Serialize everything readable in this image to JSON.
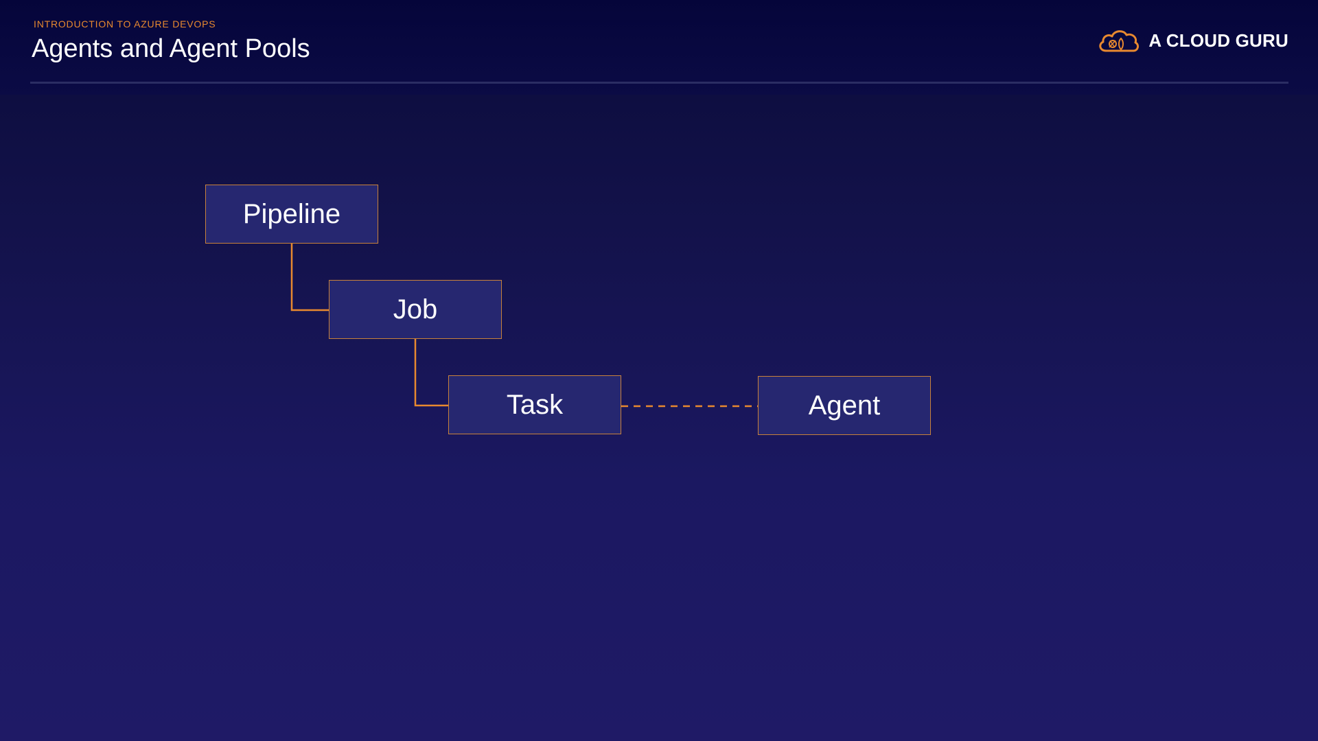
{
  "header": {
    "course_label": "INTRODUCTION TO AZURE DEVOPS",
    "title": "Agents and Agent Pools",
    "brand_name": "A CLOUD GURU",
    "brand_logo_icon": "cloud-icon",
    "accent_color": "#e8892f"
  },
  "diagram": {
    "nodes": [
      {
        "id": "pipeline",
        "label": "Pipeline"
      },
      {
        "id": "job",
        "label": "Job"
      },
      {
        "id": "task",
        "label": "Task"
      },
      {
        "id": "agent",
        "label": "Agent"
      }
    ],
    "edges": [
      {
        "from": "pipeline",
        "to": "job",
        "style": "solid"
      },
      {
        "from": "job",
        "to": "task",
        "style": "solid"
      },
      {
        "from": "task",
        "to": "agent",
        "style": "dashed"
      }
    ]
  }
}
